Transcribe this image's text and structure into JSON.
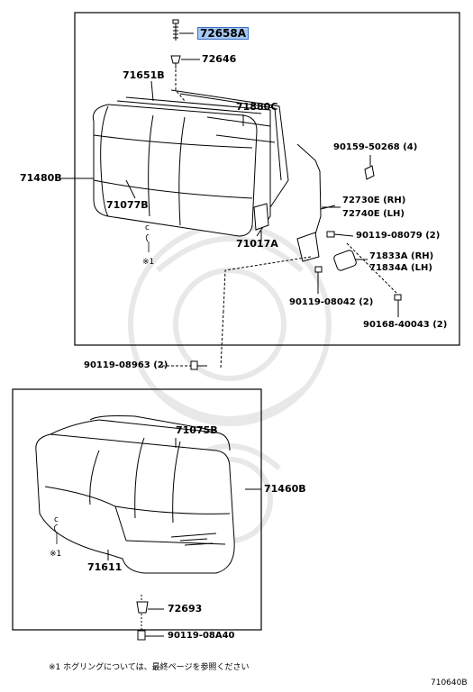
{
  "labels": {
    "l72658a": "72658A",
    "l72646": "72646",
    "l71651b": "71651B",
    "l71880c": "71880C",
    "l90159": "90159-50268 (4)",
    "l71480b": "71480B",
    "l71077b": "71077B",
    "l72730e": "72730E (RH)",
    "l72740e": "72740E (LH)",
    "l71017a": "71017A",
    "l90119_08079": "90119-08079 (2)",
    "l71833a": "71833A (RH)",
    "l71834a": "71834A (LH)",
    "l90119_08042": "90119-08042 (2)",
    "l90168": "90168-40043 (2)",
    "l90119_08963": "90119-08963 (2)",
    "l71075b": "71075B",
    "l71460b": "71460B",
    "l71611": "71611",
    "l72693": "72693",
    "l90119_08a40": "90119-08A40",
    "c_mark_top": "c",
    "ref_top": "※1",
    "c_mark_bottom": "c",
    "ref_bottom": "※1"
  },
  "footnote": "※1 ホグリングについては、最終ページを参照ください",
  "diagram_code": "710640B",
  "colors": {
    "highlight": "#a7c8f2",
    "line": "#000000",
    "watermark": "#e6e6e6"
  }
}
